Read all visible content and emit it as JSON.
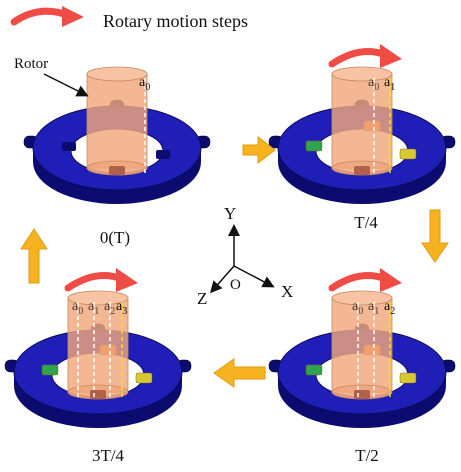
{
  "title": "Rotary motion steps",
  "rotor_label": "Rotor",
  "axes": {
    "x": "X",
    "y": "Y",
    "z": "Z",
    "origin": "O"
  },
  "steps": [
    {
      "label": "0(T)",
      "markers": [
        {
          "main": "a",
          "sub": "0",
          "tone": "white"
        }
      ],
      "arrow": false
    },
    {
      "label": "T/4",
      "markers": [
        {
          "main": "a",
          "sub": "1",
          "tone": "yellow"
        },
        {
          "main": "a",
          "sub": "0",
          "tone": "ghost"
        }
      ],
      "arrow": true
    },
    {
      "label": "T/2",
      "markers": [
        {
          "main": "a",
          "sub": "2",
          "tone": "yellow"
        },
        {
          "main": "a",
          "sub": "1",
          "tone": "ghost"
        },
        {
          "main": "a",
          "sub": "0",
          "tone": "ghost"
        }
      ],
      "arrow": true
    },
    {
      "label": "3T/4",
      "markers": [
        {
          "main": "a",
          "sub": "3",
          "tone": "yellow"
        },
        {
          "main": "a",
          "sub": "2",
          "tone": "ghost"
        },
        {
          "main": "a",
          "sub": "1",
          "tone": "ghost"
        },
        {
          "main": "a",
          "sub": "0",
          "tone": "ghost"
        }
      ],
      "arrow": true
    }
  ],
  "colors": {
    "ring": "#1f1fb8",
    "ring_dark": "#0c0c70",
    "rotor": "#f0a77c",
    "flow_arrow": "#f7b31f",
    "rotation_arrow": "#ee4c44",
    "yellow_line": "#f4e21a"
  }
}
